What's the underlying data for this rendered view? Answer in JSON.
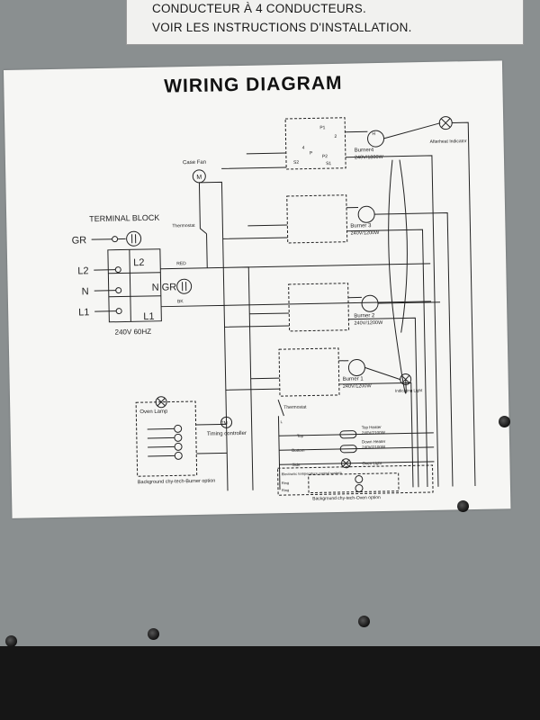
{
  "top_label": {
    "line1": "CONDUCTEUR À 4 CONDUCTEURS.",
    "line2": "VOIR LES INSTRUCTIONS D'INSTALLATION."
  },
  "diagram": {
    "title": "WIRING DIAGRAM",
    "terminal_block": {
      "title": "TERMINAL BLOCK",
      "gr": "GR",
      "l2": "L2",
      "n": "N",
      "l1": "L1",
      "inner_l2": "L2",
      "inner_n_gr": "N GR",
      "inner_l1": "L1",
      "rating": "240V 60HZ"
    },
    "wires": {
      "red": "RED",
      "bk": "BK"
    },
    "case_fan": "Case Fan",
    "fan_symbol": "M",
    "thermostat": "Thermostat",
    "thermostat2": "Thermostat",
    "timing": {
      "symbol": "TM",
      "label": "Timing controller"
    },
    "oven_lamp": "Oven Lamp",
    "background_option": "Background chy-tech-Burner option",
    "afterheat": "Afterheat Indicator",
    "indicating": "Indicating Light",
    "burners": [
      {
        "name": "Burner4",
        "rating": "240V/1800W"
      },
      {
        "name": "Burner 3",
        "rating": "240V/1200W"
      },
      {
        "name": "Burner 2",
        "rating": "240V/1200W"
      },
      {
        "name": "Burner 1",
        "rating": "240V/1200W"
      }
    ],
    "switch_labels": {
      "p1": "P1",
      "p2": "P2",
      "s1": "S1",
      "s2": "S2",
      "t2": "2",
      "t4": "4",
      "tp": "P"
    },
    "element_labels": {
      "h": "H"
    },
    "heaters": [
      {
        "pin": "Top",
        "label": "Top Heater",
        "rating": "240V/2100W"
      },
      {
        "pin": "Bottom",
        "label": "Down Heater",
        "rating": "240V/2100W"
      },
      {
        "pin": "Side",
        "label": "Oven Light",
        "rating": ""
      }
    ],
    "ect": {
      "label": "Electronic temperature control system",
      "l": "L",
      "ring1": "Ring",
      "ring2": "Ring"
    },
    "bottom_option": "Background chy-tech-Oven option"
  },
  "colors": {
    "sticker": "#f6f6f4",
    "ink": "#222222",
    "panel": "#8a8f90"
  }
}
